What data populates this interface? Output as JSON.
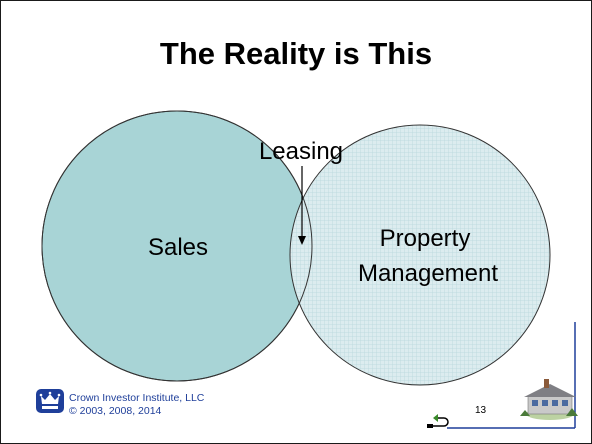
{
  "slide": {
    "title": "The Reality is This",
    "page_number": "13"
  },
  "diagram": {
    "type": "venn",
    "left_circle_label": "Sales",
    "right_circle_label_line1": "Property",
    "right_circle_label_line2": "Management",
    "overlap_label": "Leasing"
  },
  "footer": {
    "company": "Crown Investor Institute, LLC",
    "copyright": "© 2003, 2008, 2014"
  },
  "icons": [
    "crown-logo-icon",
    "return-arrow-icon",
    "house-icon"
  ],
  "colors": {
    "sales_fill": "#a8d4d6",
    "property_fill": "#dcecef",
    "brand_blue": "#1f3f9a"
  }
}
